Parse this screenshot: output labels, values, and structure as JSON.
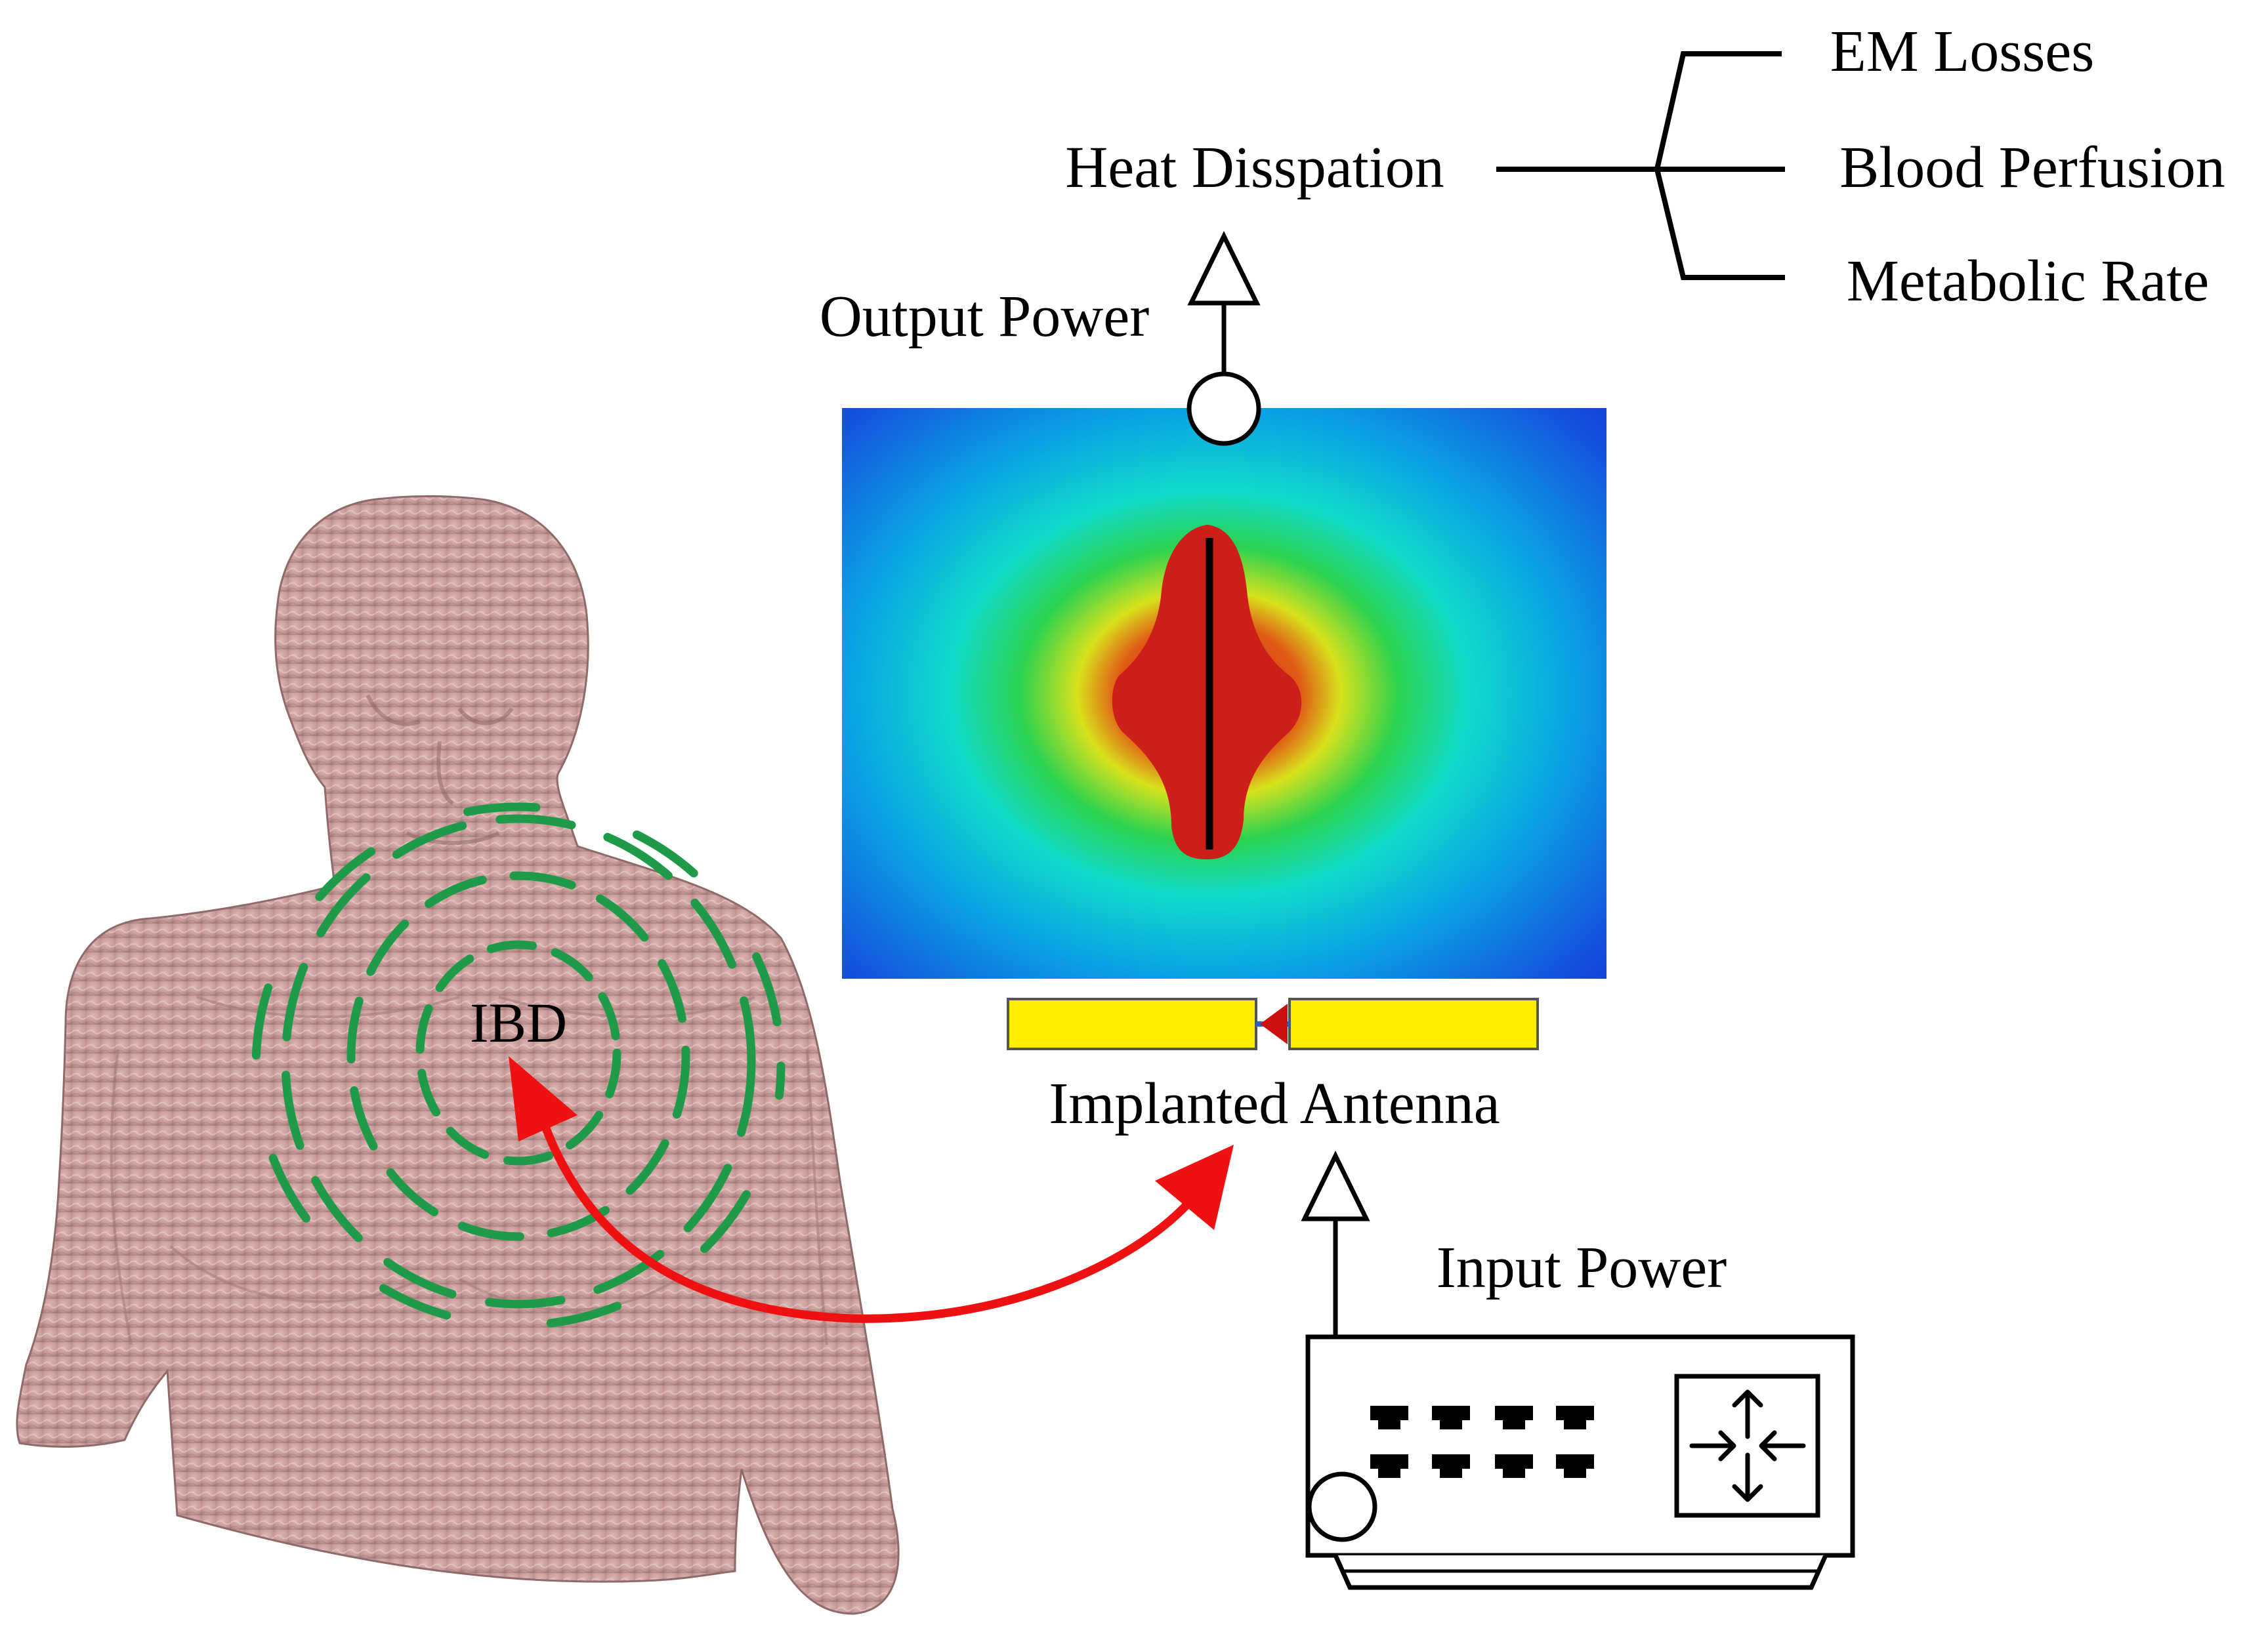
{
  "labels": {
    "heat_dissipation": "Heat Disspation",
    "em_losses": "EM Losses",
    "blood_perfusion": "Blood Perfusion",
    "metabolic_rate": "Metabolic Rate",
    "output_power": "Output Power",
    "implanted_antenna": "Implanted Antenna",
    "input_power": "Input Power",
    "ibd": "IBD"
  },
  "colors": {
    "wireless_link": "#ee1111",
    "em_waves": "#1f9a48",
    "antenna_arms": "#ffee00",
    "skin": "#c79a99",
    "field_hot": "#cc1f1a",
    "field_cold": "#1240d8"
  },
  "icons": {
    "signal_generator_display": "four-arrows-inward-icon"
  }
}
